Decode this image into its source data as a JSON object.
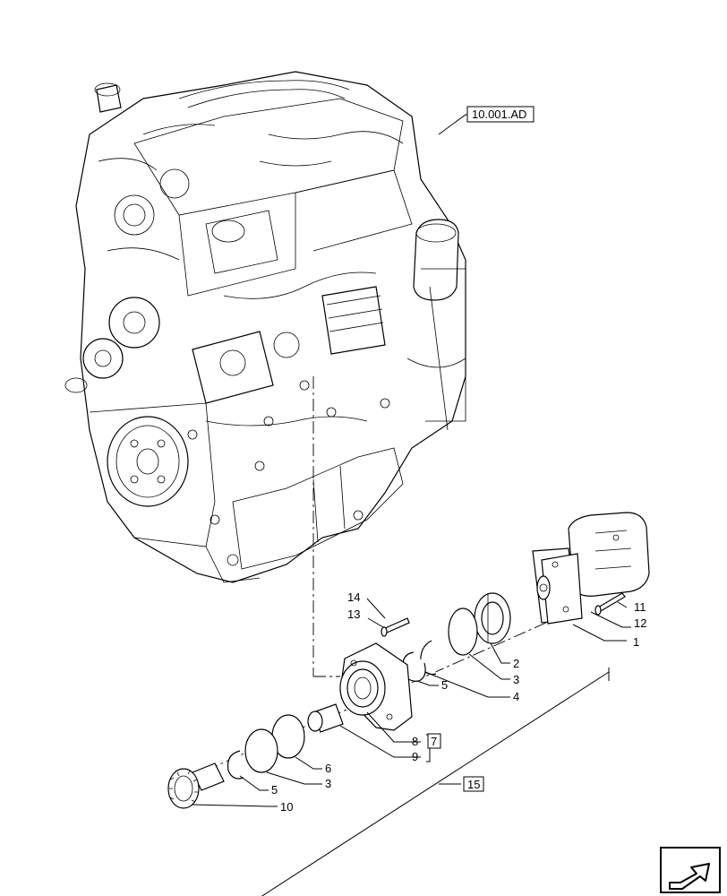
{
  "reference_label": "10.001.AD",
  "callouts": {
    "c1": "1",
    "c2": "2",
    "c3a": "3",
    "c4": "4",
    "c5a": "5",
    "c6": "6",
    "c3b": "3",
    "c5b": "5",
    "c10": "10",
    "c11": "11",
    "c12": "12",
    "c13": "13",
    "c14": "14",
    "c8": "8",
    "c9": "9"
  },
  "kit_label": "7",
  "assembly_label": "15",
  "nav_icon": "next-page-arrow-icon"
}
